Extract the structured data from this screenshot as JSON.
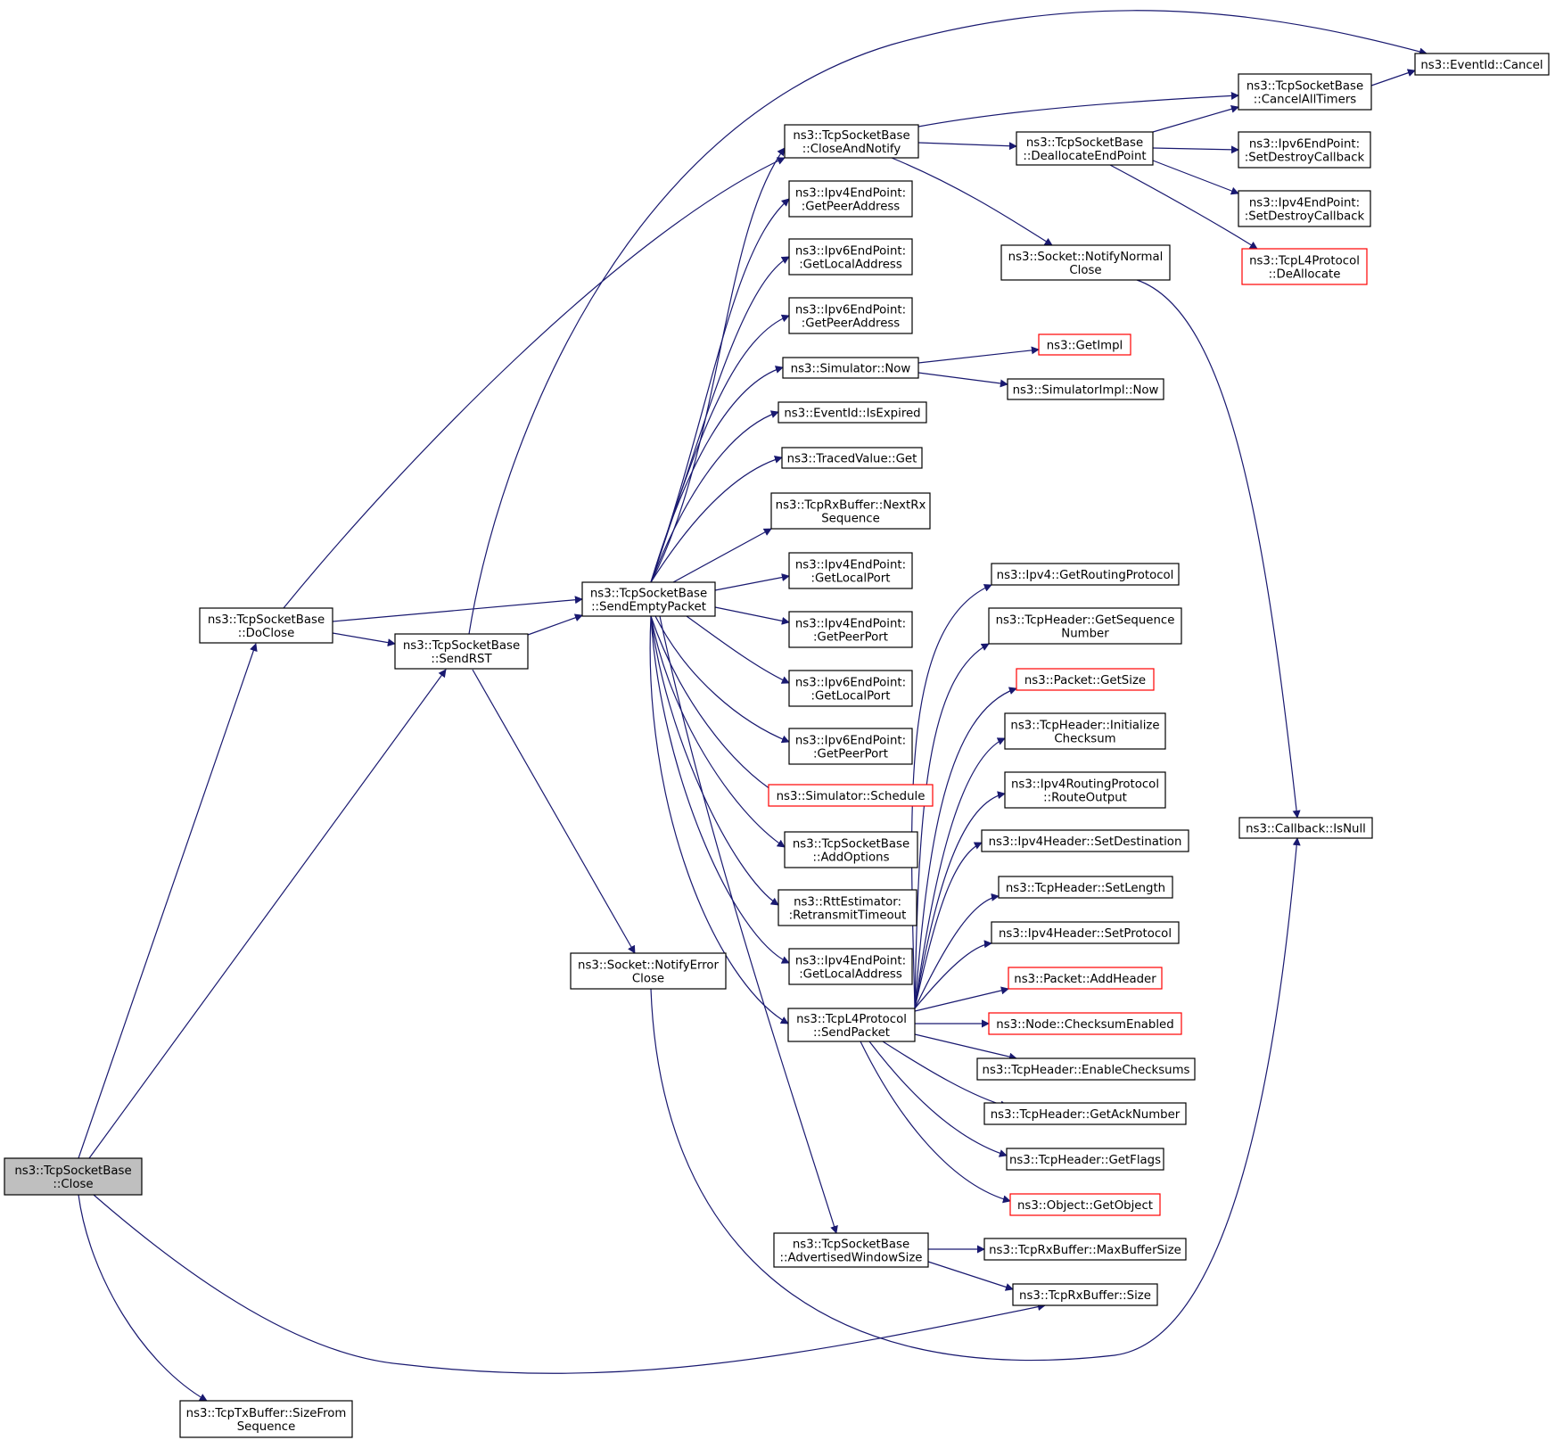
{
  "diagram": {
    "edge_color": "#191970",
    "root_fill": "#bfbfbf",
    "highlight_border": "#ff0000",
    "nodes": [
      {
        "id": "close",
        "lines": [
          "ns3::TcpSocketBase",
          "::Close"
        ],
        "root": true
      },
      {
        "id": "doclose",
        "lines": [
          "ns3::TcpSocketBase",
          "::DoClose"
        ]
      },
      {
        "id": "sendrst",
        "lines": [
          "ns3::TcpSocketBase",
          "::SendRST"
        ]
      },
      {
        "id": "sizefromseq",
        "lines": [
          "ns3::TcpTxBuffer::SizeFrom",
          "Sequence"
        ]
      },
      {
        "id": "sendempty",
        "lines": [
          "ns3::TcpSocketBase",
          "::SendEmptyPacket"
        ]
      },
      {
        "id": "notifyerror",
        "lines": [
          "ns3::Socket::NotifyError",
          "Close"
        ]
      },
      {
        "id": "closeandnotify",
        "lines": [
          "ns3::TcpSocketBase",
          "::CloseAndNotify"
        ]
      },
      {
        "id": "ipv4getpeeraddr",
        "lines": [
          "ns3::Ipv4EndPoint:",
          ":GetPeerAddress"
        ]
      },
      {
        "id": "ipv6getlocaladdr",
        "lines": [
          "ns3::Ipv6EndPoint:",
          ":GetLocalAddress"
        ]
      },
      {
        "id": "ipv6getpeeraddr",
        "lines": [
          "ns3::Ipv6EndPoint:",
          ":GetPeerAddress"
        ]
      },
      {
        "id": "simnow",
        "lines": [
          "ns3::Simulator::Now"
        ]
      },
      {
        "id": "isexpired",
        "lines": [
          "ns3::EventId::IsExpired"
        ]
      },
      {
        "id": "tracedget",
        "lines": [
          "ns3::TracedValue::Get"
        ]
      },
      {
        "id": "nextrx",
        "lines": [
          "ns3::TcpRxBuffer::NextRx",
          "Sequence"
        ]
      },
      {
        "id": "ipv4getlocalport",
        "lines": [
          "ns3::Ipv4EndPoint:",
          ":GetLocalPort"
        ]
      },
      {
        "id": "ipv4getpeerport",
        "lines": [
          "ns3::Ipv4EndPoint:",
          ":GetPeerPort"
        ]
      },
      {
        "id": "ipv6getlocalport",
        "lines": [
          "ns3::Ipv6EndPoint:",
          ":GetLocalPort"
        ]
      },
      {
        "id": "ipv6getpeerport",
        "lines": [
          "ns3::Ipv6EndPoint:",
          ":GetPeerPort"
        ]
      },
      {
        "id": "schedule",
        "lines": [
          "ns3::Simulator::Schedule"
        ],
        "red": true
      },
      {
        "id": "addoptions",
        "lines": [
          "ns3::TcpSocketBase",
          "::AddOptions"
        ]
      },
      {
        "id": "retransmit",
        "lines": [
          "ns3::RttEstimator:",
          ":RetransmitTimeout"
        ]
      },
      {
        "id": "ipv4getlocaladdr",
        "lines": [
          "ns3::Ipv4EndPoint:",
          ":GetLocalAddress"
        ]
      },
      {
        "id": "sendpacket",
        "lines": [
          "ns3::TcpL4Protocol",
          "::SendPacket"
        ]
      },
      {
        "id": "advwin",
        "lines": [
          "ns3::TcpSocketBase",
          "::AdvertisedWindowSize"
        ]
      },
      {
        "id": "dealloc",
        "lines": [
          "ns3::TcpSocketBase",
          "::DeallocateEndPoint"
        ]
      },
      {
        "id": "notifynormal",
        "lines": [
          "ns3::Socket::NotifyNormal",
          "Close"
        ]
      },
      {
        "id": "getimpl",
        "lines": [
          "ns3::GetImpl"
        ],
        "red": true
      },
      {
        "id": "simimplnow",
        "lines": [
          "ns3::SimulatorImpl::Now"
        ]
      },
      {
        "id": "getroutingproto",
        "lines": [
          "ns3::Ipv4::GetRoutingProtocol"
        ]
      },
      {
        "id": "getseqnum",
        "lines": [
          "ns3::TcpHeader::GetSequence",
          "Number"
        ]
      },
      {
        "id": "pktgetsize",
        "lines": [
          "ns3::Packet::GetSize"
        ],
        "red": true
      },
      {
        "id": "initchecksum",
        "lines": [
          "ns3::TcpHeader::Initialize",
          "Checksum"
        ]
      },
      {
        "id": "routeoutput",
        "lines": [
          "ns3::Ipv4RoutingProtocol",
          "::RouteOutput"
        ]
      },
      {
        "id": "setdest",
        "lines": [
          "ns3::Ipv4Header::SetDestination"
        ]
      },
      {
        "id": "setlength",
        "lines": [
          "ns3::TcpHeader::SetLength"
        ]
      },
      {
        "id": "setproto",
        "lines": [
          "ns3::Ipv4Header::SetProtocol"
        ]
      },
      {
        "id": "addheader",
        "lines": [
          "ns3::Packet::AddHeader"
        ],
        "red": true
      },
      {
        "id": "checksumenabled",
        "lines": [
          "ns3::Node::ChecksumEnabled"
        ],
        "red": true
      },
      {
        "id": "enablechecksums",
        "lines": [
          "ns3::TcpHeader::EnableChecksums"
        ]
      },
      {
        "id": "getacknum",
        "lines": [
          "ns3::TcpHeader::GetAckNumber"
        ]
      },
      {
        "id": "getflags",
        "lines": [
          "ns3::TcpHeader::GetFlags"
        ]
      },
      {
        "id": "getobject",
        "lines": [
          "ns3::Object::GetObject"
        ],
        "red": true
      },
      {
        "id": "maxbufsize",
        "lines": [
          "ns3::TcpRxBuffer::MaxBufferSize"
        ]
      },
      {
        "id": "rxsize",
        "lines": [
          "ns3::TcpRxBuffer::Size"
        ]
      },
      {
        "id": "cancelalltimers",
        "lines": [
          "ns3::TcpSocketBase",
          "::CancelAllTimers"
        ]
      },
      {
        "id": "ipv6setdestroy",
        "lines": [
          "ns3::Ipv6EndPoint:",
          ":SetDestroyCallback"
        ]
      },
      {
        "id": "ipv4setdestroy",
        "lines": [
          "ns3::Ipv4EndPoint:",
          ":SetDestroyCallback"
        ]
      },
      {
        "id": "l4dealloc",
        "lines": [
          "ns3::TcpL4Protocol",
          "::DeAllocate"
        ],
        "red": true
      },
      {
        "id": "callbackisnull",
        "lines": [
          "ns3::Callback::IsNull"
        ]
      },
      {
        "id": "eventcancel",
        "lines": [
          "ns3::EventId::Cancel"
        ]
      }
    ]
  }
}
